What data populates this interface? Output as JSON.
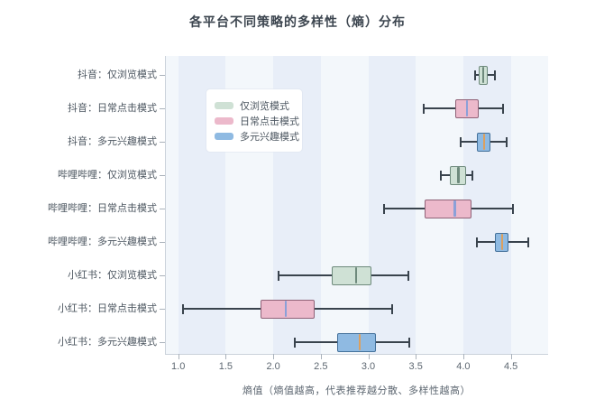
{
  "title": "各平台不同策略的多样性（熵）分布",
  "colors": {
    "plot_bg": "#f3f7fb",
    "plot_stripe": "#e8eef8",
    "whisker": "#39434d",
    "axis": "#ccd3db",
    "groups": {
      "browse": {
        "fill": "#cfe1d5",
        "stroke": "#6e8a7c",
        "median": "#6e8a7c"
      },
      "click": {
        "fill": "#ecb9cb",
        "stroke": "#8f6277",
        "median": "#8ba0d8"
      },
      "diverse": {
        "fill": "#8fbae2",
        "stroke": "#44719b",
        "median": "#dca05f"
      }
    }
  },
  "chart_data": {
    "type": "box",
    "orientation": "horizontal",
    "title": "各平台不同策略的多样性（熵）分布",
    "xlabel": "熵值（熵值越高，代表推荐越分散、多样性越高）",
    "xlim": [
      0.86,
      4.89
    ],
    "xticks": [
      1.0,
      1.5,
      2.0,
      2.5,
      3.0,
      3.5,
      4.0,
      4.5
    ],
    "grid": "alternating vertical bands every 0.5",
    "legend_position": "upper left inside plot",
    "legend": [
      {
        "label": "仅浏览模式",
        "group": "browse"
      },
      {
        "label": "日常点击模式",
        "group": "click"
      },
      {
        "label": "多元兴趣模式",
        "group": "diverse"
      }
    ],
    "rows": [
      {
        "label": "抖音：仅浏览模式",
        "group": "browse",
        "whisker_low": 4.12,
        "q1": 4.16,
        "median": 4.21,
        "q3": 4.26,
        "whisker_high": 4.33
      },
      {
        "label": "抖音：日常点击模式",
        "group": "click",
        "whisker_low": 3.58,
        "q1": 3.92,
        "median": 4.04,
        "q3": 4.16,
        "whisker_high": 4.42
      },
      {
        "label": "抖音：多元兴趣模式",
        "group": "diverse",
        "whisker_low": 3.97,
        "q1": 4.14,
        "median": 4.22,
        "q3": 4.29,
        "whisker_high": 4.46
      },
      {
        "label": "哔哩哔哩：仅浏览模式",
        "group": "browse",
        "whisker_low": 3.76,
        "q1": 3.86,
        "median": 3.95,
        "q3": 4.03,
        "whisker_high": 4.1
      },
      {
        "label": "哔哩哔哩：日常点击模式",
        "group": "click",
        "whisker_low": 3.17,
        "q1": 3.59,
        "median": 3.91,
        "q3": 4.09,
        "whisker_high": 4.52
      },
      {
        "label": "哔哩哔哩：多元兴趣模式",
        "group": "diverse",
        "whisker_low": 4.14,
        "q1": 4.33,
        "median": 4.41,
        "q3": 4.48,
        "whisker_high": 4.68
      },
      {
        "label": "小红书：仅浏览模式",
        "group": "browse",
        "whisker_low": 2.06,
        "q1": 2.62,
        "median": 2.87,
        "q3": 3.03,
        "whisker_high": 3.42
      },
      {
        "label": "小红书：日常点击模式",
        "group": "click",
        "whisker_low": 1.05,
        "q1": 1.87,
        "median": 2.13,
        "q3": 2.44,
        "whisker_high": 3.25
      },
      {
        "label": "小红书：多元兴趣模式",
        "group": "diverse",
        "whisker_low": 2.23,
        "q1": 2.67,
        "median": 2.91,
        "q3": 3.08,
        "whisker_high": 3.43
      }
    ]
  }
}
